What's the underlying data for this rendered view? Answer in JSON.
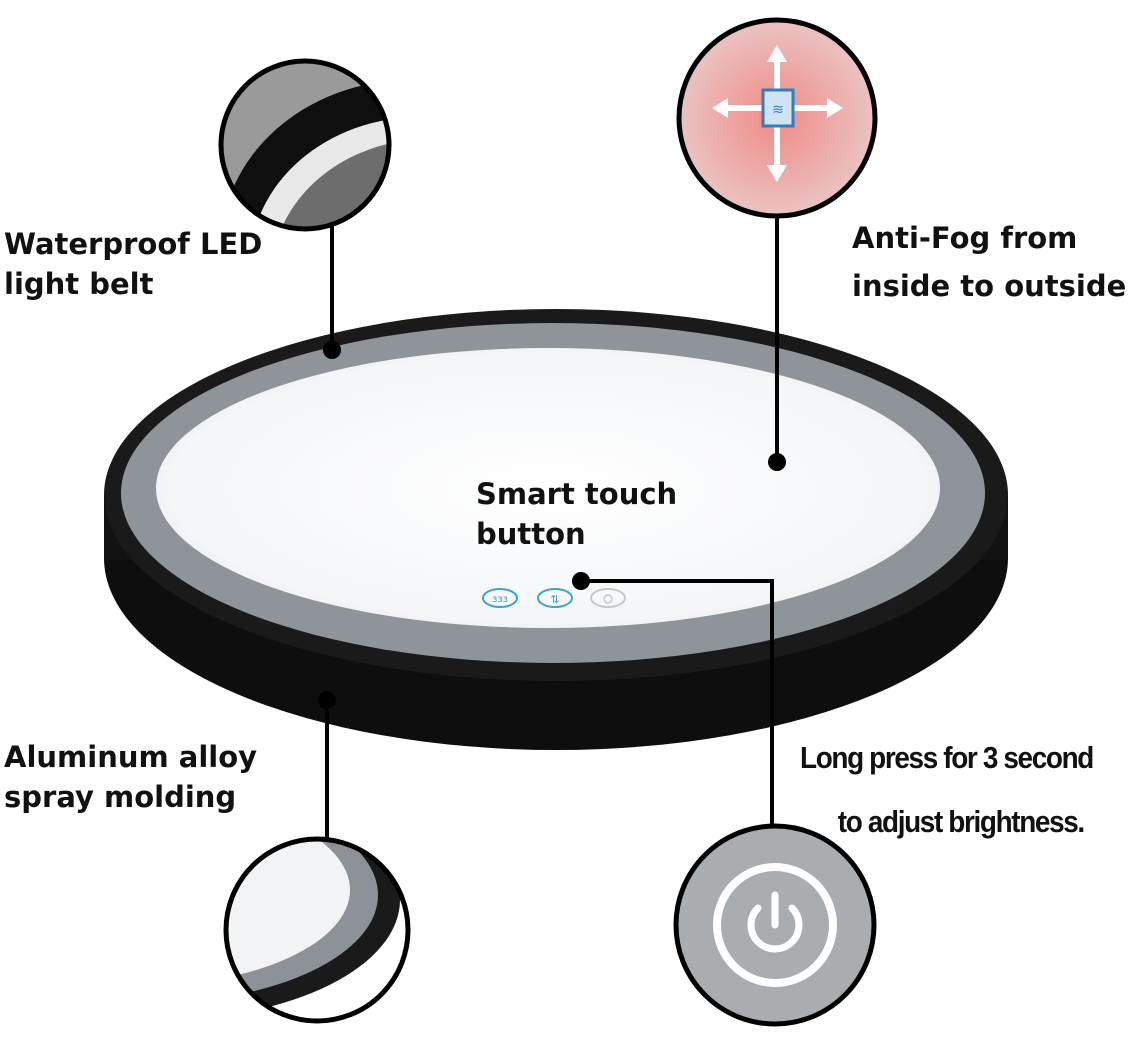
{
  "labels": {
    "led_belt": [
      "Waterproof LED",
      "light belt"
    ],
    "anti_fog": [
      "Anti-Fog from",
      "inside to outside"
    ],
    "smart_touch": [
      "Smart touch",
      "button"
    ],
    "frame": [
      "Aluminum alloy",
      "spray molding"
    ],
    "long_press": [
      "Long press  for 3 second",
      "to adjust brightness."
    ]
  },
  "touch_buttons": [
    {
      "icon": "defog-icon",
      "color": "#3aa6c9"
    },
    {
      "icon": "brightness-icon",
      "color": "#3aa6c9"
    },
    {
      "icon": "power-icon",
      "color": "#c8c8c8"
    }
  ],
  "colors": {
    "frame": "#161616",
    "ring": "#8f949b",
    "glass": "#f7f9fb"
  }
}
